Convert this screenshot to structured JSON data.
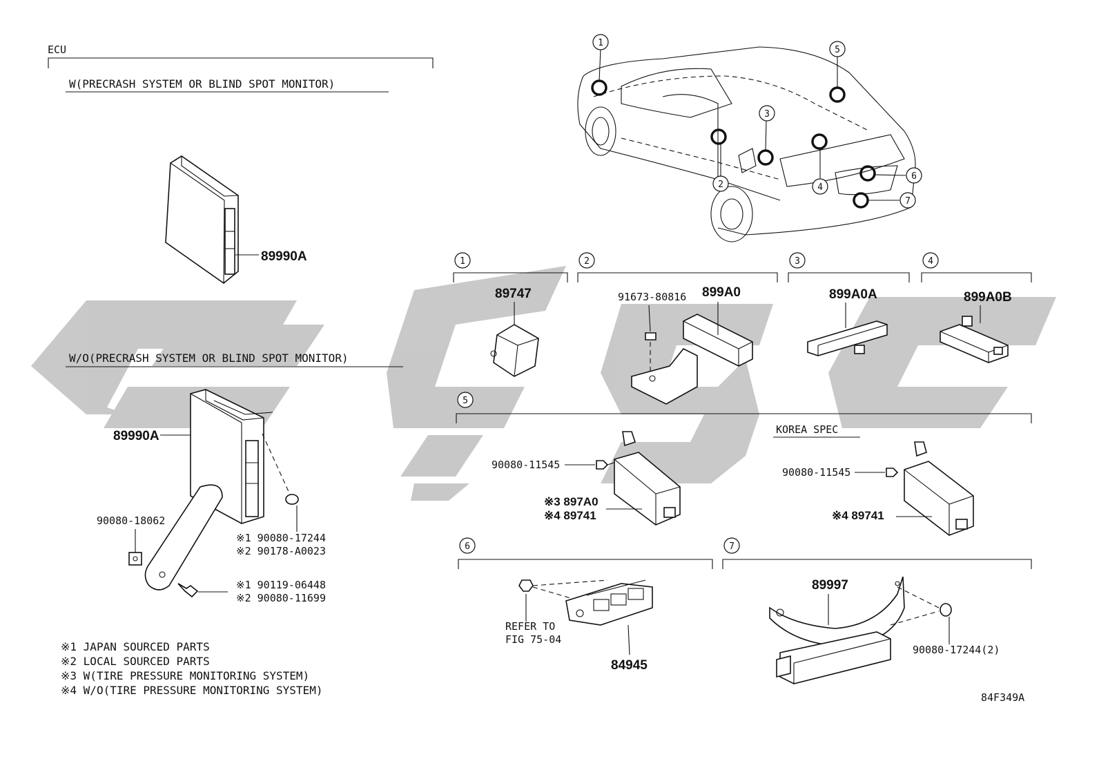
{
  "ecu_header": "ECU",
  "variants": {
    "with_label": "W(PRECRASH SYSTEM OR BLIND SPOT MONITOR)",
    "without_label": "W/O(PRECRASH SYSTEM OR BLIND SPOT MONITOR)"
  },
  "left_parts": {
    "ecu_upper": "89990A",
    "ecu_lower": "89990A",
    "bracket_clip": "90080-18062",
    "nut_1": "※1 90080-17244",
    "nut_2": "※2 90178-A0023",
    "bolt_1": "※1 90119-06448",
    "bolt_2": "※2 90080-11699"
  },
  "notes": [
    "※1 JAPAN SOURCED PARTS",
    "※2 LOCAL SOURCED PARTS",
    "※3 W(TIRE PRESSURE MONITORING SYSTEM)",
    "※4 W/O(TIRE PRESSURE MONITORING SYSTEM)"
  ],
  "callout_numbers": [
    "1",
    "2",
    "3",
    "4",
    "5",
    "6",
    "7"
  ],
  "sections": {
    "s1": {
      "num": "1",
      "part": "89747"
    },
    "s2": {
      "num": "2",
      "part": "899A0",
      "bolt": "91673-80816"
    },
    "s3": {
      "num": "3",
      "part": "899A0A"
    },
    "s4": {
      "num": "4",
      "part": "899A0B"
    },
    "s5": {
      "num": "5",
      "bolt": "90080-11545",
      "part_3": "※3 897A0",
      "part_4": "※4 89741",
      "korea_label": "KOREA SPEC",
      "korea_bolt": "90080-11545",
      "korea_part": "※4 89741"
    },
    "s6": {
      "num": "6",
      "part": "84945",
      "ref_line1": "REFER TO",
      "ref_line2": "FIG 75-04"
    },
    "s7": {
      "num": "7",
      "part": "89997",
      "nut": "90080-17244(2)"
    }
  },
  "figure_code": "84F349A",
  "colors": {
    "ink": "#111111",
    "watermark": "#c4c4c4",
    "background": "#ffffff"
  }
}
